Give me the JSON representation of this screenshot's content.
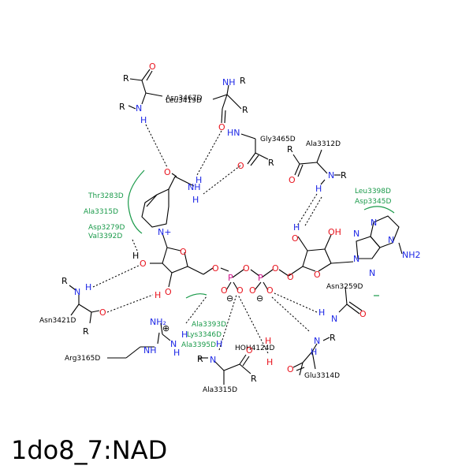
{
  "title": "1do8_7:NAD",
  "residues": {
    "asn3467": "Asn3467D",
    "leu3419": "Leu3419D",
    "gly3465": "Gly3465D",
    "ala3312": "Ala3312D",
    "thr3283": "Thr3283D",
    "ala3315a": "Ala3315D",
    "asp3279": "Asp3279D",
    "val3392": "Val3392D",
    "leu3398": "Leu3398D",
    "asp3345": "Asp3345D",
    "asn3421": "Asn3421D",
    "asn3259": "Asn3259D",
    "ala3393": "Ala3393D",
    "lys3346": "Lys3346D",
    "ala3395": "Ala3395D",
    "arg3165": "Arg3165D",
    "hoh4124": "HOH4124D",
    "ala3315b": "Ala3315D",
    "glu3314": "Glu3314D"
  },
  "atoms": {
    "R": "R",
    "O": "O",
    "N": "N",
    "H": "H",
    "HN": "HN",
    "NH": "NH",
    "NH2": "NH2",
    "P": "P",
    "OH": "OH",
    "HO": "HO",
    "N_plus": "N+",
    "NH2_plus": "NH₂",
    "minus": "⊖",
    "plus": "⊕"
  }
}
